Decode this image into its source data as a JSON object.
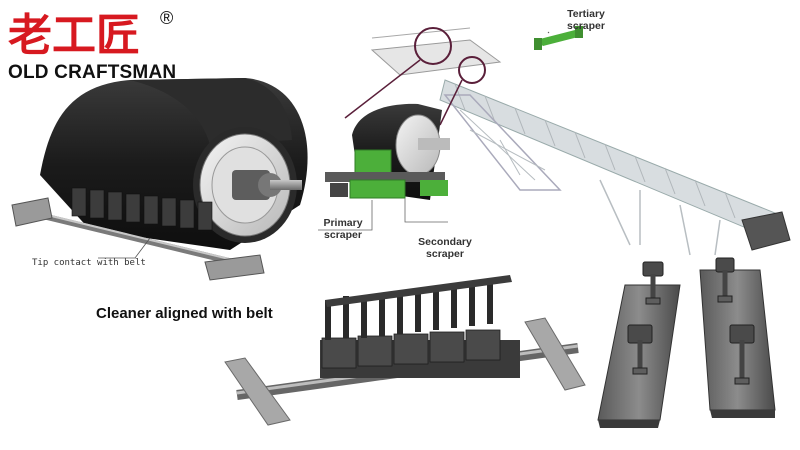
{
  "logo": {
    "chinese_text": "老工匠",
    "registered_mark": "®",
    "english_text": "OLD CRAFTSMAN",
    "color": "#d71920"
  },
  "labels": {
    "tertiary": [
      "Tertiary",
      "scraper"
    ],
    "primary": [
      "Primary",
      "scraper"
    ],
    "secondary": [
      "Secondary",
      "scraper"
    ],
    "tip_contact": "Tip contact with belt",
    "caption": "Cleaner aligned with belt"
  },
  "colors": {
    "belt": "#1e1e1e",
    "scraper_green": "#4caf3a",
    "steel": "#8a8a8a",
    "callout_ring": "#5a1f3a"
  }
}
